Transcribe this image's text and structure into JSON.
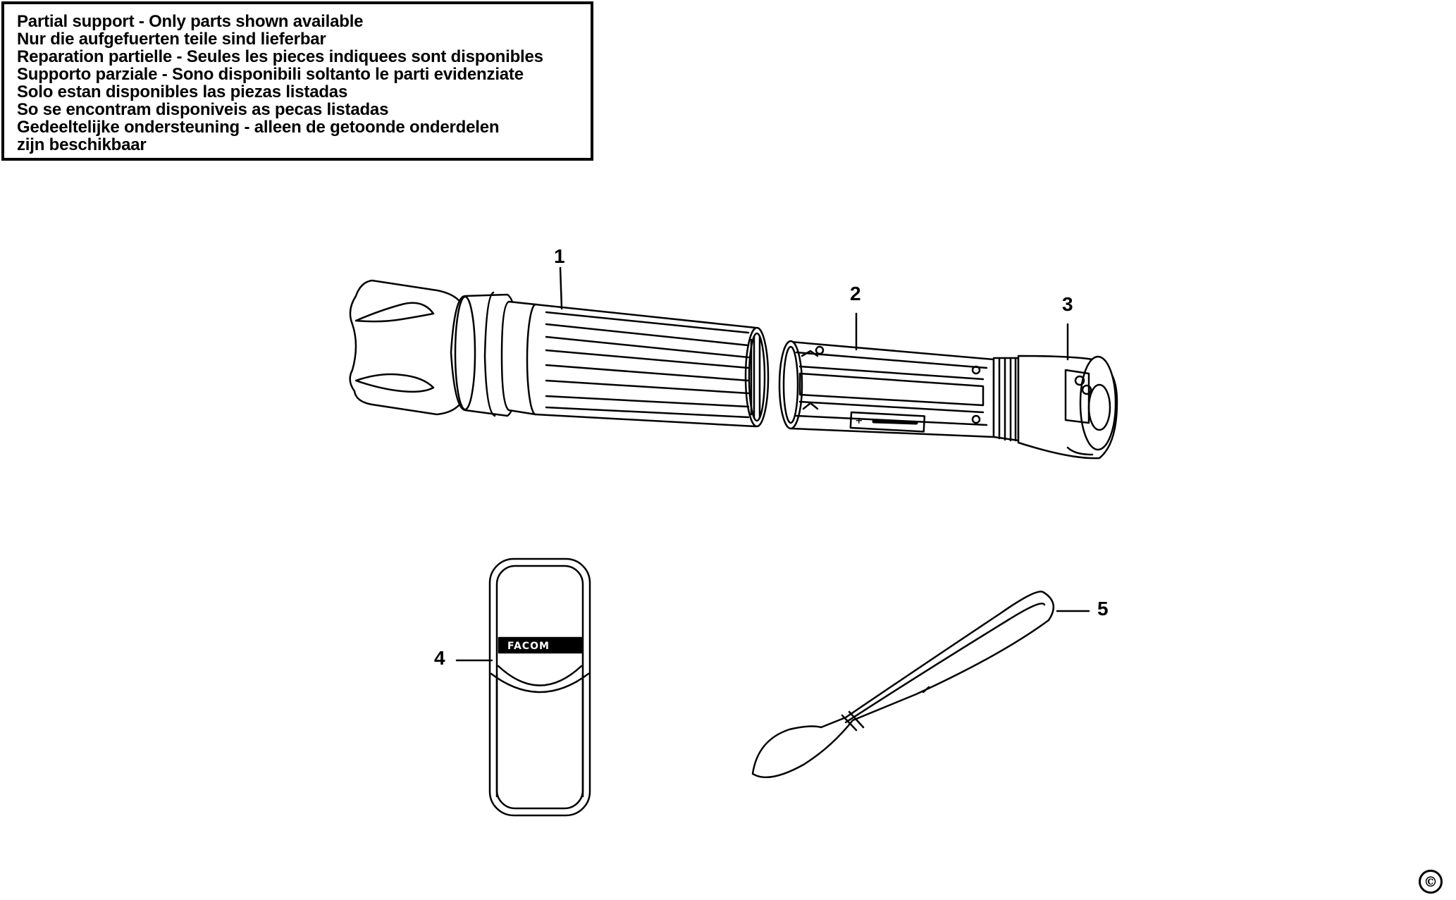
{
  "notice": {
    "lines": [
      "Partial support - Only parts shown available",
      "Nur die aufgefuerten teile sind lieferbar",
      "Reparation partielle - Seules les pieces indiquees sont disponibles",
      "Supporto parziale - Sono disponibili soltanto le parti evidenziate",
      "Solo estan disponibles las piezas listadas",
      "So se encontram disponiveis as pecas listadas",
      "Gedeeltelijke ondersteuning - alleen de getoonde onderdelen",
      "zijn beschikbaar"
    ]
  },
  "callouts": {
    "part1": "1",
    "part2": "2",
    "part3": "3",
    "part4": "4",
    "part5": "5"
  },
  "pouch_logo": "FACOM",
  "battery_marking": "+",
  "copyright_symbol": "©"
}
